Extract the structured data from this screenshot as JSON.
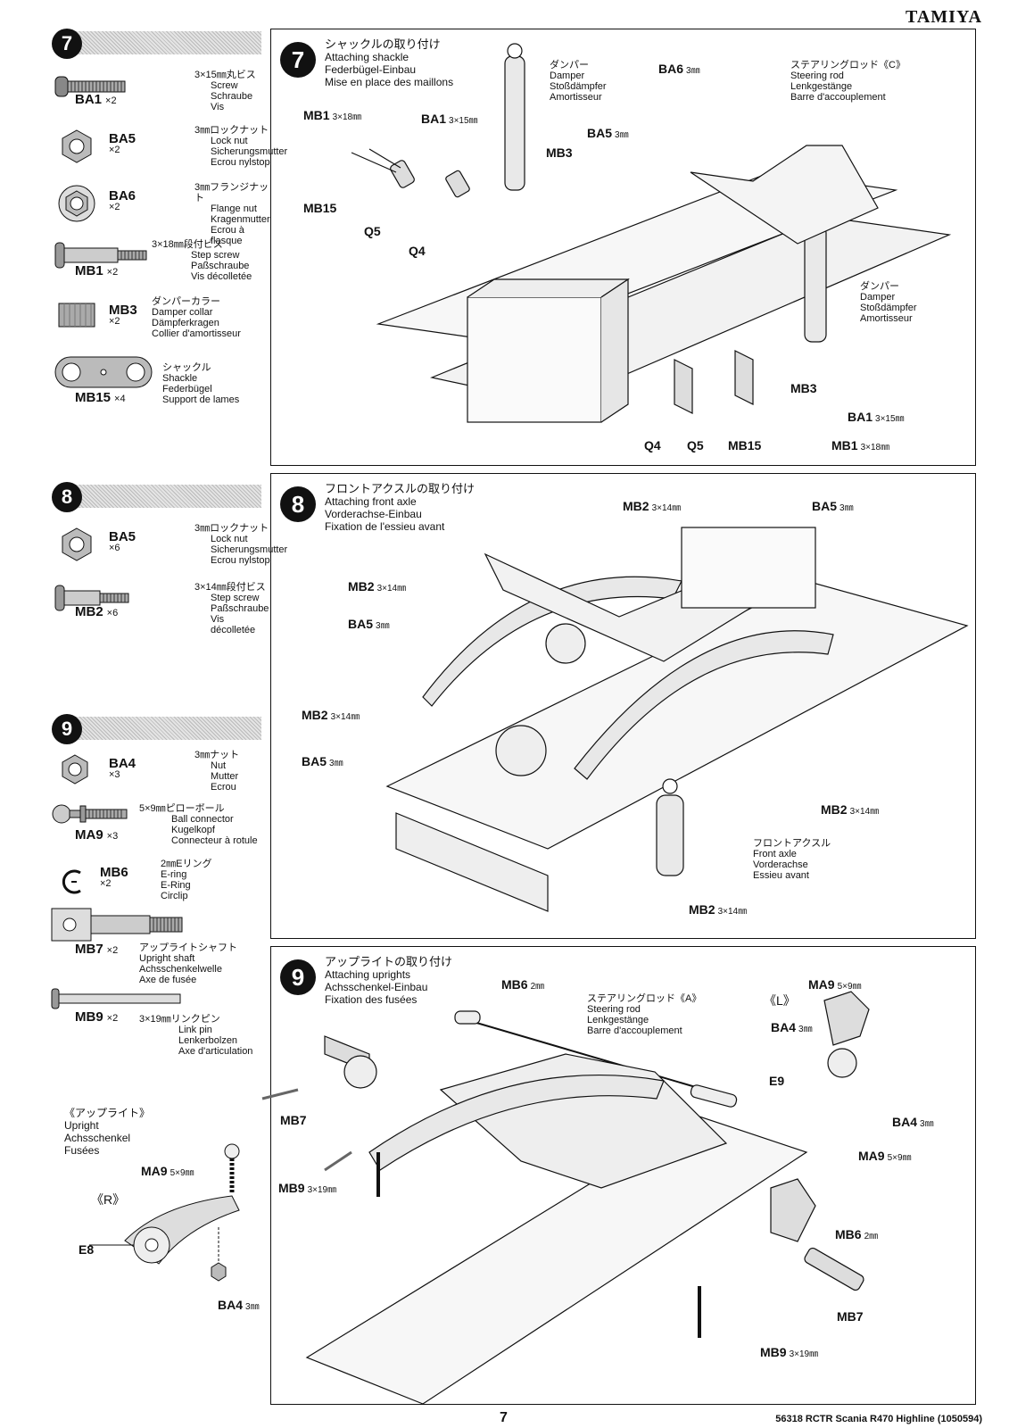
{
  "brand": "TAMIYA",
  "page_number": "7",
  "model": "56318 RCTR Scania R470 Highline (1050594)",
  "step7_parts": [
    {
      "code": "BA1",
      "qty": "×2",
      "lines": [
        "3×15㎜丸ビス",
        "Screw",
        "Schraube",
        "Vis"
      ]
    },
    {
      "code": "BA5",
      "qty": "×2",
      "lines": [
        "3㎜ロックナット",
        "Lock nut",
        "Sicherungsmutter",
        "Ecrou nylstop"
      ]
    },
    {
      "code": "BA6",
      "qty": "×2",
      "lines": [
        "3㎜フランジナット",
        "Flange nut",
        "Kragenmutter",
        "Ecrou à flasque"
      ]
    },
    {
      "code": "MB1",
      "qty": "×2",
      "lines": [
        "3×18㎜段付ビス",
        "Step screw",
        "Paßschraube",
        "Vis décolletée"
      ]
    },
    {
      "code": "MB3",
      "qty": "×2",
      "lines": [
        "ダンパーカラー",
        "Damper collar",
        "Dämpferkragen",
        "Collier d'amortisseur"
      ]
    },
    {
      "code": "MB15",
      "qty": "×4",
      "lines": [
        "シャックル",
        "Shackle",
        "Federbügel",
        "Support de lames"
      ]
    }
  ],
  "step8_parts": [
    {
      "code": "BA5",
      "qty": "×6",
      "lines": [
        "3㎜ロックナット",
        "Lock nut",
        "Sicherungsmutter",
        "Ecrou nylstop"
      ]
    },
    {
      "code": "MB2",
      "qty": "×6",
      "lines": [
        "3×14㎜段付ビス",
        "Step screw",
        "Paßschraube",
        "Vis décolletée"
      ]
    }
  ],
  "step9_parts": [
    {
      "code": "BA4",
      "qty": "×3",
      "lines": [
        "3㎜ナット",
        "Nut",
        "Mutter",
        "Ecrou"
      ]
    },
    {
      "code": "MA9",
      "qty": "×3",
      "lines": [
        "5×9㎜ピローボール",
        "Ball connector",
        "Kugelkopf",
        "Connecteur à rotule"
      ]
    },
    {
      "code": "MB6",
      "qty": "×2",
      "lines": [
        "2㎜Eリング",
        "E-ring",
        "E-Ring",
        "Circlip"
      ]
    },
    {
      "code": "MB7",
      "qty": "×2",
      "lines": [
        "アップライトシャフト",
        "Upright shaft",
        "Achsschenkelwelle",
        "Axe de fusée"
      ]
    },
    {
      "code": "MB9",
      "qty": "×2",
      "lines": [
        "3×19㎜リンクピン",
        "Link pin",
        "Lenkerbolzen",
        "Axe d'articulation"
      ]
    }
  ],
  "step_numbers": [
    "7",
    "8",
    "9"
  ],
  "panel7": {
    "title": [
      "シャックルの取り付け",
      "Attaching shackle",
      "Federbügel-Einbau",
      "Mise en place des maillons"
    ],
    "damper_note": [
      "ダンパー",
      "Damper",
      "Stoßdämpfer",
      "Amortisseur"
    ],
    "steering_note": [
      "ステアリングロッド《C》",
      "Steering rod",
      "Lenkgestänge",
      "Barre d'accouplement"
    ],
    "labels": {
      "mb1a": "MB1",
      "mb1a_size": "3×18㎜",
      "ba1a": "BA1",
      "ba1a_size": "3×15㎜",
      "ba6": "BA6",
      "ba6_size": "3㎜",
      "ba5": "BA5",
      "ba5_size": "3㎜",
      "mb3a": "MB3",
      "mb15a": "MB15",
      "q5a": "Q5",
      "q4a": "Q4",
      "mb3b": "MB3",
      "ba1b": "BA1",
      "ba1b_size": "3×15㎜",
      "q4b": "Q4",
      "q5b": "Q5",
      "mb15b": "MB15",
      "mb1b": "MB1",
      "mb1b_size": "3×18㎜"
    }
  },
  "panel8": {
    "title": [
      "フロントアクスルの取り付け",
      "Attaching front axle",
      "Vorderachse-Einbau",
      "Fixation de l'essieu avant"
    ],
    "axle_note": [
      "フロントアクスル",
      "Front axle",
      "Vorderachse",
      "Essieu avant"
    ],
    "labels": {
      "mb2a": "MB2",
      "mb2a_size": "3×14㎜",
      "ba5a": "BA5",
      "ba5a_size": "3㎜",
      "mb2b": "MB2",
      "mb2b_size": "3×14㎜",
      "ba5b": "BA5",
      "ba5b_size": "3㎜",
      "mb2c": "MB2",
      "mb2c_size": "3×14㎜",
      "ba5c": "BA5",
      "ba5c_size": "3㎜",
      "mb2d": "MB2",
      "mb2d_size": "3×14㎜",
      "mb2e": "MB2",
      "mb2e_size": "3×14㎜"
    }
  },
  "panel9": {
    "title": [
      "アップライトの取り付け",
      "Attaching uprights",
      "Achsschenkel-Einbau",
      "Fixation des fusées"
    ],
    "steering_note": [
      "ステアリングロッド《A》",
      "Steering rod",
      "Lenkgestänge",
      "Barre d'accouplement"
    ],
    "labels": {
      "mb6a": "MB6",
      "mb6a_size": "2㎜",
      "ma9a": "MA9",
      "ma9a_size": "5×9㎜",
      "left": "《L》",
      "ba4a": "BA4",
      "ba4a_size": "3㎜",
      "e9": "E9",
      "ba4b": "BA4",
      "ba4b_size": "3㎜",
      "ma9b": "MA9",
      "ma9b_size": "5×9㎜",
      "mb7a": "MB7",
      "mb9a": "MB9",
      "mb9a_size": "3×19㎜",
      "mb6b": "MB6",
      "mb6b_size": "2㎜",
      "mb7b": "MB7",
      "mb9b": "MB9",
      "mb9b_size": "3×19㎜"
    }
  },
  "upright_note": [
    "《アップライト》",
    "Upright",
    "Achsschenkel",
    "Fusées"
  ],
  "upright_labels": {
    "ma9": "MA9",
    "ma9_size": "5×9㎜",
    "right": "《R》",
    "e8": "E8",
    "ba4": "BA4",
    "ba4_size": "3㎜"
  }
}
